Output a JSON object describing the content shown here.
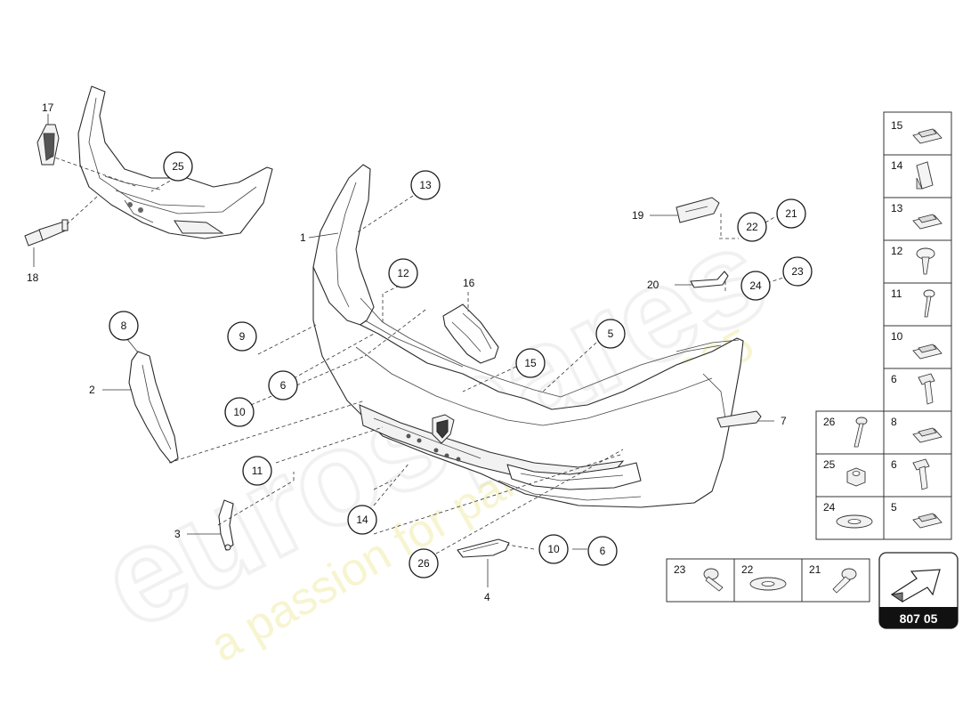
{
  "watermark": {
    "brand": "eurospares",
    "tagline": "a passion for parts since 1985"
  },
  "diagram_number": "807 05",
  "callouts": [
    {
      "id": "c13",
      "label": "13"
    },
    {
      "id": "c25",
      "label": "25"
    },
    {
      "id": "c12",
      "label": "12"
    },
    {
      "id": "c8",
      "label": "8"
    },
    {
      "id": "c9",
      "label": "9"
    },
    {
      "id": "c6a",
      "label": "6"
    },
    {
      "id": "c10a",
      "label": "10"
    },
    {
      "id": "c11",
      "label": "11"
    },
    {
      "id": "c14",
      "label": "14"
    },
    {
      "id": "c15",
      "label": "15"
    },
    {
      "id": "c5",
      "label": "5"
    },
    {
      "id": "c21",
      "label": "21"
    },
    {
      "id": "c22",
      "label": "22"
    },
    {
      "id": "c23",
      "label": "23"
    },
    {
      "id": "c24",
      "label": "24"
    },
    {
      "id": "c26",
      "label": "26"
    },
    {
      "id": "c10b",
      "label": "10"
    },
    {
      "id": "c6b",
      "label": "6"
    }
  ],
  "plain_labels": [
    {
      "id": "l17",
      "label": "17"
    },
    {
      "id": "l18",
      "label": "18"
    },
    {
      "id": "l1",
      "label": "1"
    },
    {
      "id": "l2",
      "label": "2"
    },
    {
      "id": "l3",
      "label": "3"
    },
    {
      "id": "l4",
      "label": "4"
    },
    {
      "id": "l7",
      "label": "7"
    },
    {
      "id": "l16",
      "label": "16"
    },
    {
      "id": "l19",
      "label": "19"
    },
    {
      "id": "l20",
      "label": "20"
    }
  ],
  "hardware_table_right": [
    {
      "left": "15",
      "right": null
    },
    {
      "left": "14",
      "right": null
    },
    {
      "left": "13",
      "right": null
    },
    {
      "left": "12",
      "right": null
    },
    {
      "left": "11",
      "right": null
    },
    {
      "left": "10",
      "right": null
    },
    {
      "left": "6",
      "right": null
    }
  ],
  "hardware_table_grid": [
    {
      "left": "26",
      "right": "8"
    },
    {
      "left": "25",
      "right": "6"
    },
    {
      "left": "24",
      "right": "5"
    }
  ],
  "hardware_table_bottom": [
    "23",
    "22",
    "21"
  ],
  "icons": {
    "arrow": "direction-arrow-icon"
  }
}
